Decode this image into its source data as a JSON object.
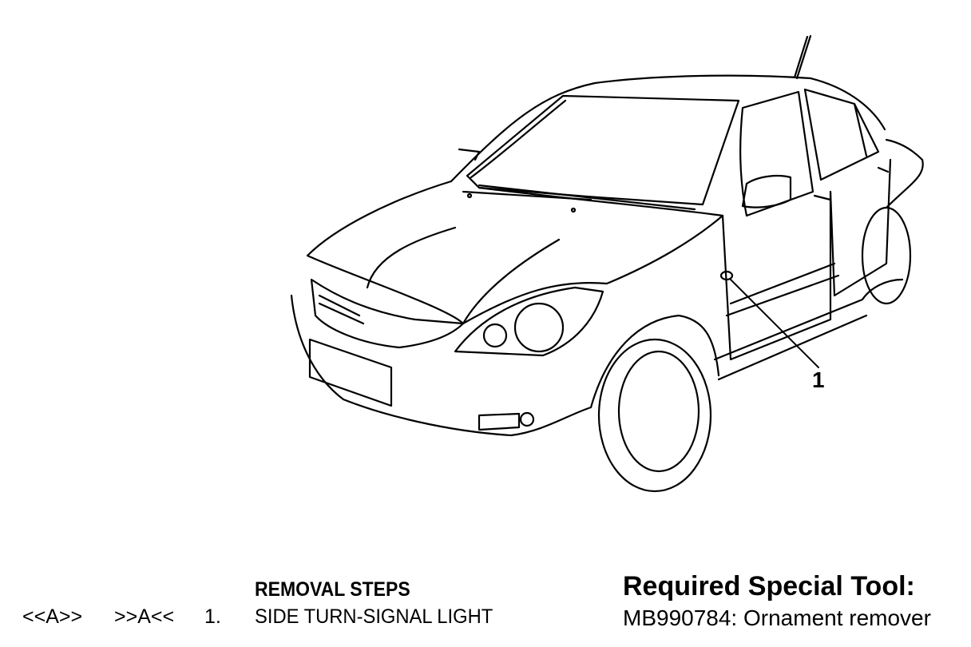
{
  "diagram": {
    "callout_label": "1"
  },
  "removal": {
    "title": "REMOVAL STEPS",
    "steps": [
      {
        "removal_mark": "<<A>>",
        "install_mark": ">>A<<",
        "number": "1.",
        "label": "SIDE TURN-SIGNAL LIGHT"
      }
    ]
  },
  "special_tool": {
    "title": "Required Special Tool:",
    "item": "MB990784: Ornament remover"
  }
}
